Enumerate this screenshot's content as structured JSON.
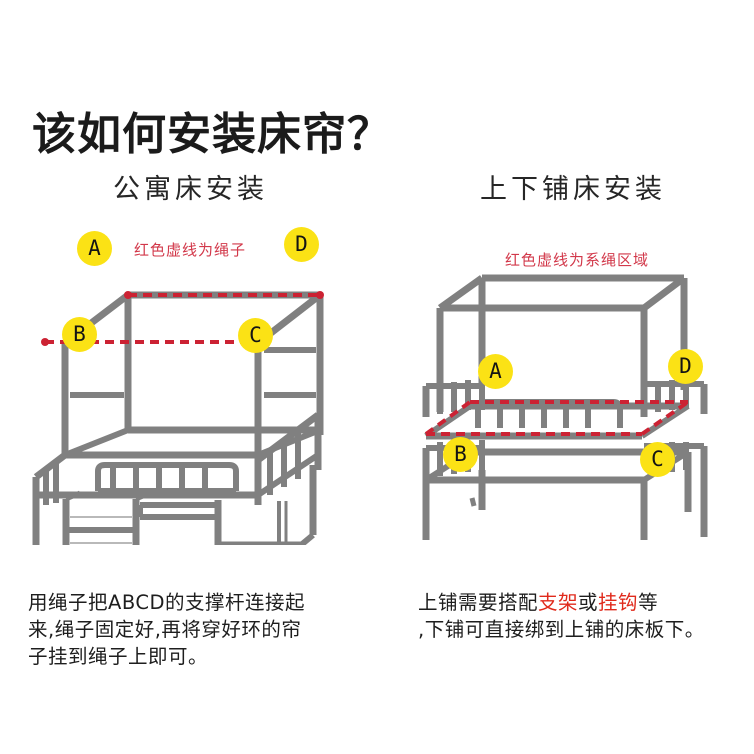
{
  "page": {
    "background": "#ffffff",
    "title": "该如何安装床帘？"
  },
  "colors": {
    "badge_fill": "#fbe215",
    "badge_text": "#141414",
    "frame_gray": "#808080",
    "frame_gray_dark": "#6e6e6e",
    "frame_gray_light": "#9a9a9a",
    "dashed_red": "#cc2233",
    "note_red": "#d2384a",
    "highlight_red": "#e02a1c",
    "text_black": "#1b1b1b"
  },
  "sections": [
    {
      "id": "apartment-bed",
      "heading": "公寓床安装",
      "red_note": "红色虚线为绳子",
      "badges": [
        {
          "id": "l-a",
          "label": "A"
        },
        {
          "id": "l-b",
          "label": "B"
        },
        {
          "id": "l-c",
          "label": "C"
        },
        {
          "id": "l-d",
          "label": "D"
        }
      ],
      "caption": {
        "line1": "用绳子把ABCD的支撑杆连接起",
        "line2": "来,绳子固定好,再将穿好环的帘",
        "line3": "子挂到绳子上即可。"
      }
    },
    {
      "id": "bunk-bed",
      "heading": "上下铺床安装",
      "red_note": "红色虚线为系绳区域",
      "badges": [
        {
          "id": "r-a",
          "label": "A"
        },
        {
          "id": "r-b",
          "label": "B"
        },
        {
          "id": "r-c",
          "label": "C"
        },
        {
          "id": "r-d",
          "label": "D"
        }
      ],
      "caption": {
        "prefix": "上铺需要搭配",
        "hl1": "支架",
        "mid": "或",
        "hl2": "挂钩",
        "suffix": "等",
        "line2": ",下铺可直接绑到上铺的床板下。"
      }
    }
  ],
  "icons": {
    "apartment_bed": "loft-bed-with-desk-illustration",
    "bunk_bed": "bunk-bed-with-canopy-illustration"
  }
}
